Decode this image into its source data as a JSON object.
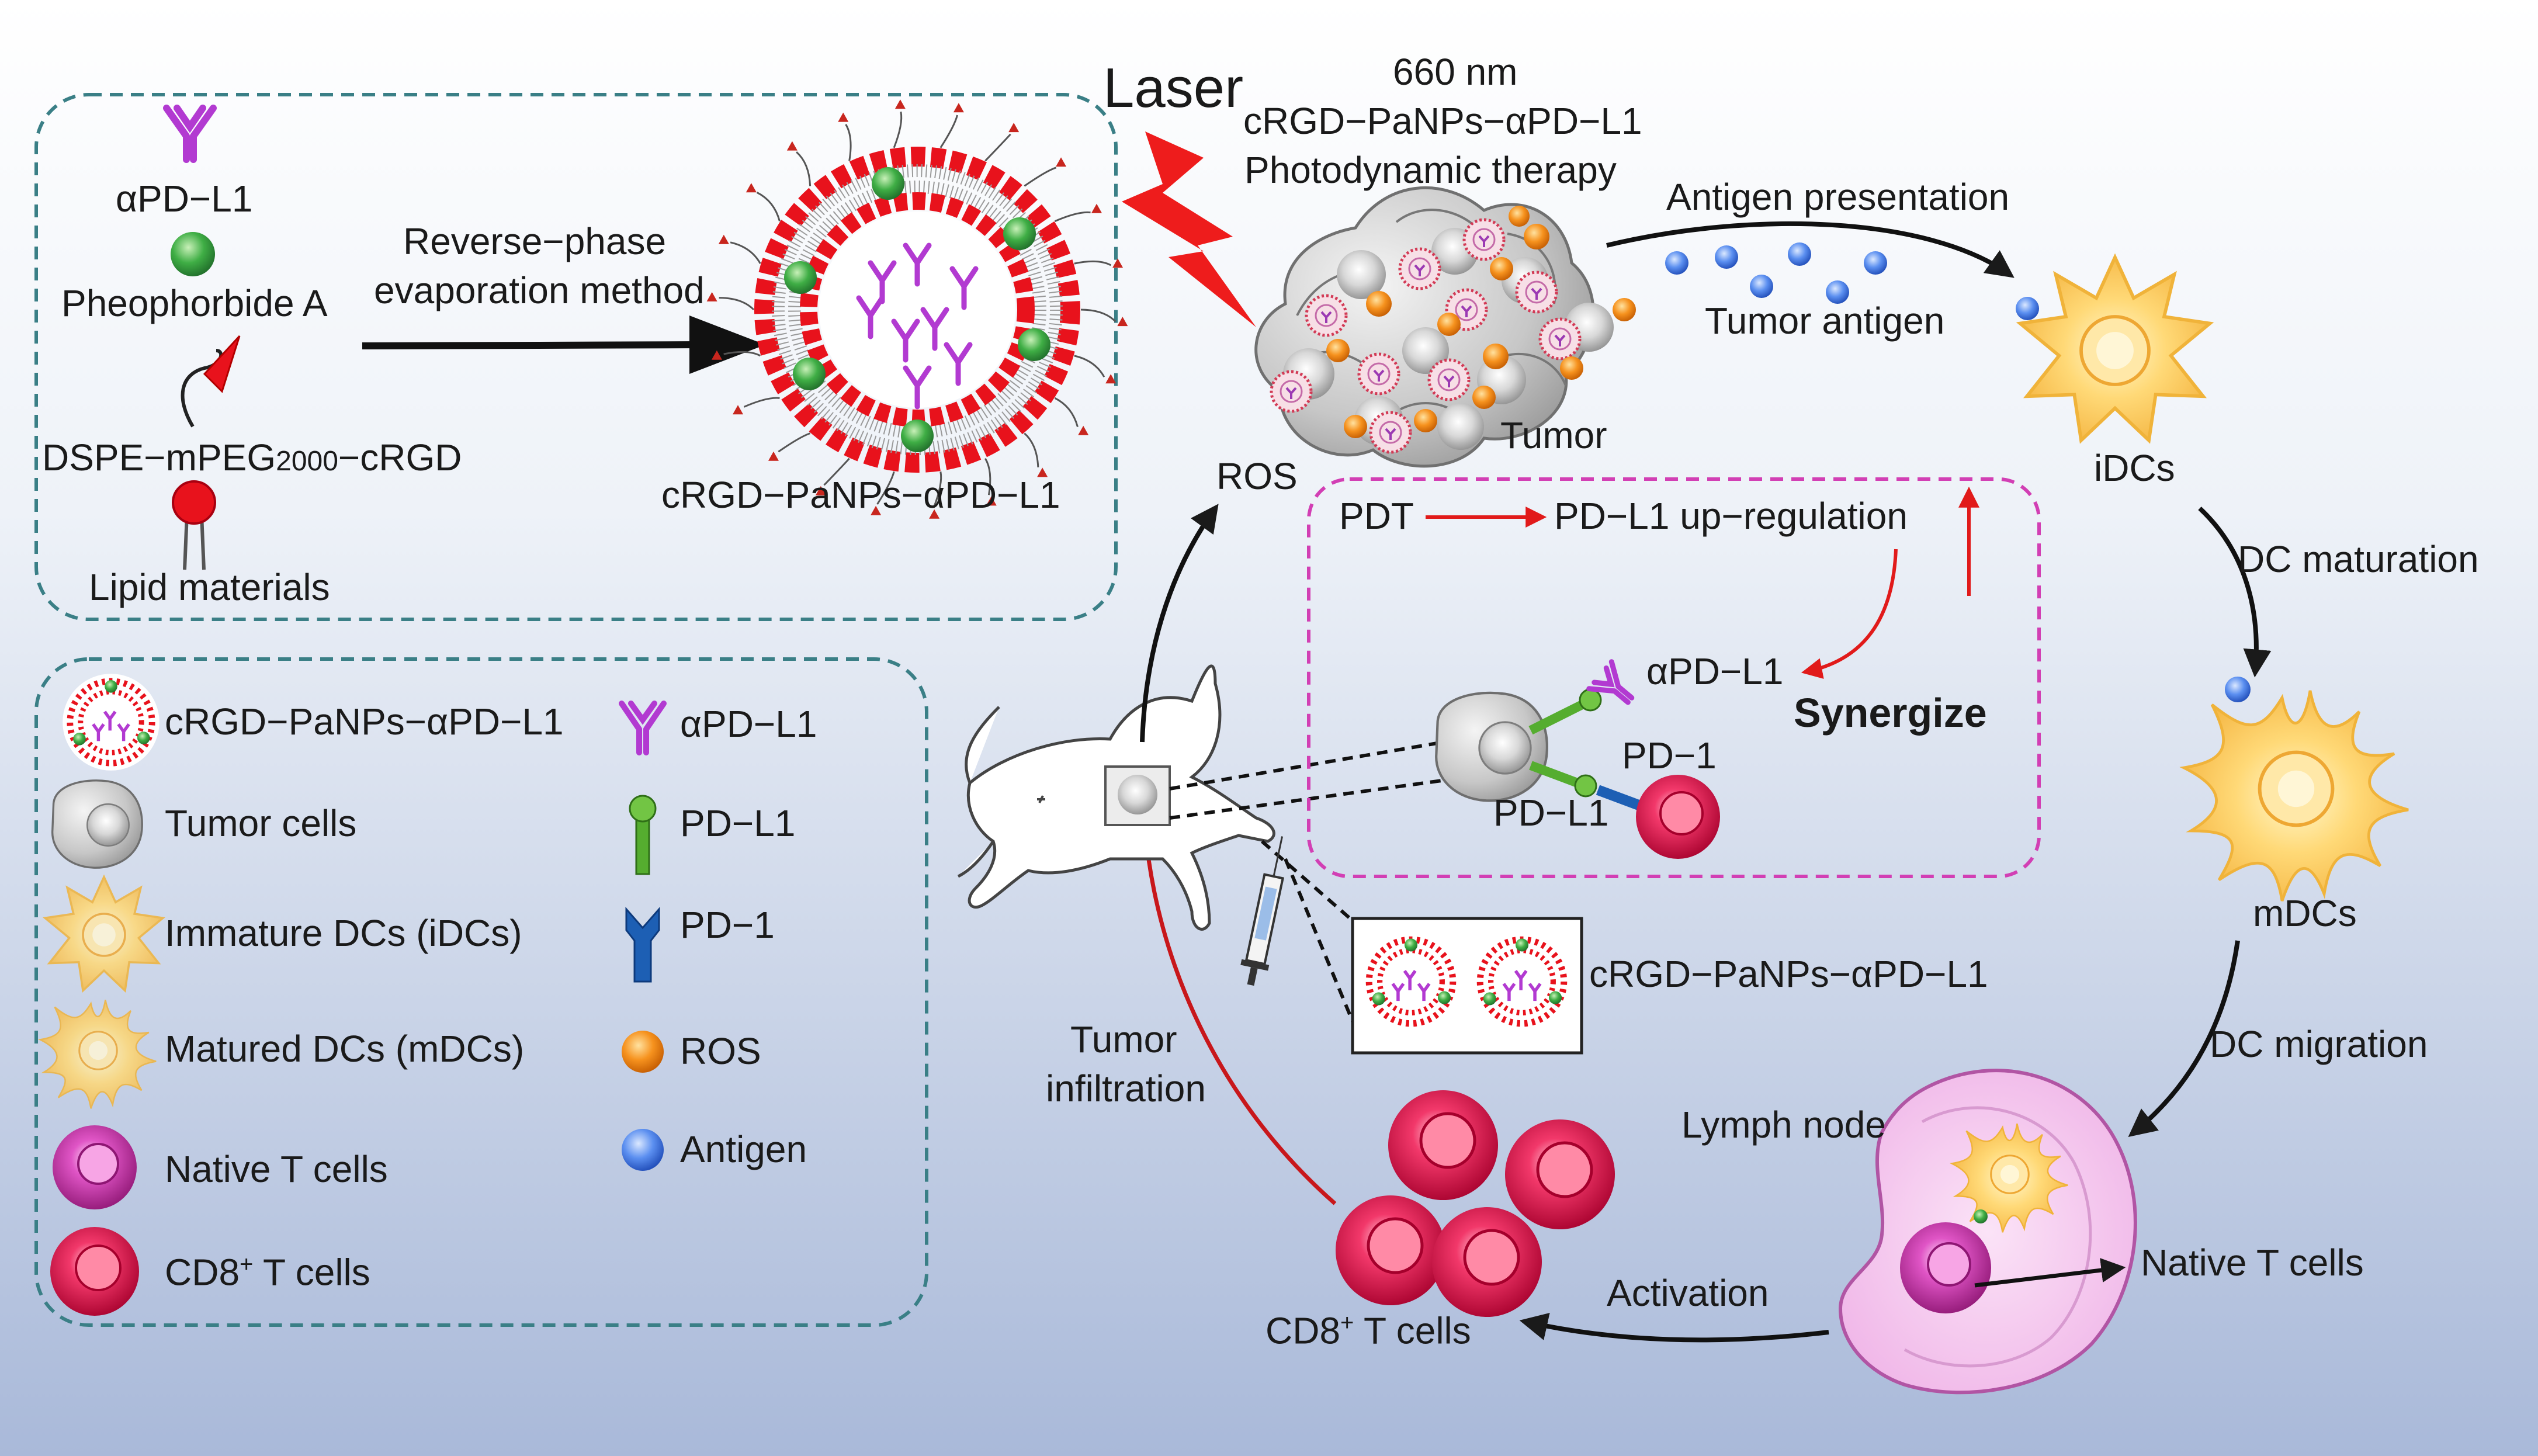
{
  "synthesis": {
    "apd_l1": "αPD−L1",
    "pheophorbide": "Pheophorbide A",
    "dspe_prefix": "DSPE−mPEG",
    "dspe_sub": "2000",
    "dspe_suffix": "−cRGD",
    "lipid": "Lipid materials",
    "method_line1": "Reverse−phase",
    "method_line2": "evaporation method",
    "nanoparticle": "cRGD−PaNPs−αPD−L1"
  },
  "legend": {
    "items": [
      {
        "label": "cRGD−PaNPs−αPD−L1",
        "icon": "nanoparticle-icon"
      },
      {
        "label": "Tumor cells",
        "icon": "tumor-cell-icon"
      },
      {
        "label": "Immature DCs (iDCs)",
        "icon": "idc-icon"
      },
      {
        "label": "Matured DCs (mDCs)",
        "icon": "mdc-icon"
      },
      {
        "label": "Native T cells",
        "icon": "native-t-cell-icon"
      },
      {
        "label_prefix": "CD8",
        "label_sup": "+",
        "label_suffix": " T cells",
        "icon": "cd8-t-cell-icon"
      },
      {
        "label": "αPD−L1",
        "icon": "antibody-icon"
      },
      {
        "label": "PD−L1",
        "icon": "pd-l1-icon"
      },
      {
        "label": "PD−1",
        "icon": "pd-1-icon"
      },
      {
        "label": "ROS",
        "icon": "ros-icon"
      },
      {
        "label": "Antigen",
        "icon": "antigen-icon"
      }
    ]
  },
  "pathway": {
    "laser": "Laser",
    "wavelength": "660 nm",
    "therapy_agent": "cRGD−PaNPs−αPD−L1",
    "therapy": "Photodynamic  therapy",
    "antigen_presentation": "Antigen presentation",
    "tumor_antigen": "Tumor antigen",
    "tumor": "Tumor",
    "ros": "ROS",
    "idcs": "iDCs",
    "dc_maturation": "DC maturation",
    "mdcs": "mDCs",
    "dc_migration": "DC migration",
    "lymph_node": "Lymph node",
    "native_t": "Native T cells",
    "activation": "Activation",
    "cd8_prefix": "CD8",
    "cd8_sup": "+",
    "cd8_suffix": " T cells",
    "infiltration_line1": "Tumor",
    "infiltration_line2": "infiltration",
    "injection_label": "cRGD−PaNPs−αPD−L1"
  },
  "synergy": {
    "pdt": "PDT",
    "upregulation": "PD−L1 up−regulation",
    "apd_l1": "αPD−L1",
    "synergize": "Synergize",
    "pd1": "PD−1",
    "pdl1": "PD−L1"
  },
  "colors": {
    "background_top": "#ffffff",
    "background_bottom": "#aebedc",
    "teal_border": "#3a7f86",
    "magenta_border": "#d23fb4",
    "lipid_red": "#e8121c",
    "drug_green": "#2e9a3c",
    "antibody_purple": "#b23ad1",
    "ros_orange": "#f08a12",
    "antigen_blue": "#3a6fe0",
    "dc_yellow": "#f7c25a",
    "tcell_red": "#e0194a",
    "tcell_pink": "#d04ab6",
    "arrow_red": "#e11a1a",
    "arrow_dark": "#1a1a1a",
    "pd1_blue": "#1d5fb4",
    "pdl1_green": "#55ad2f"
  }
}
